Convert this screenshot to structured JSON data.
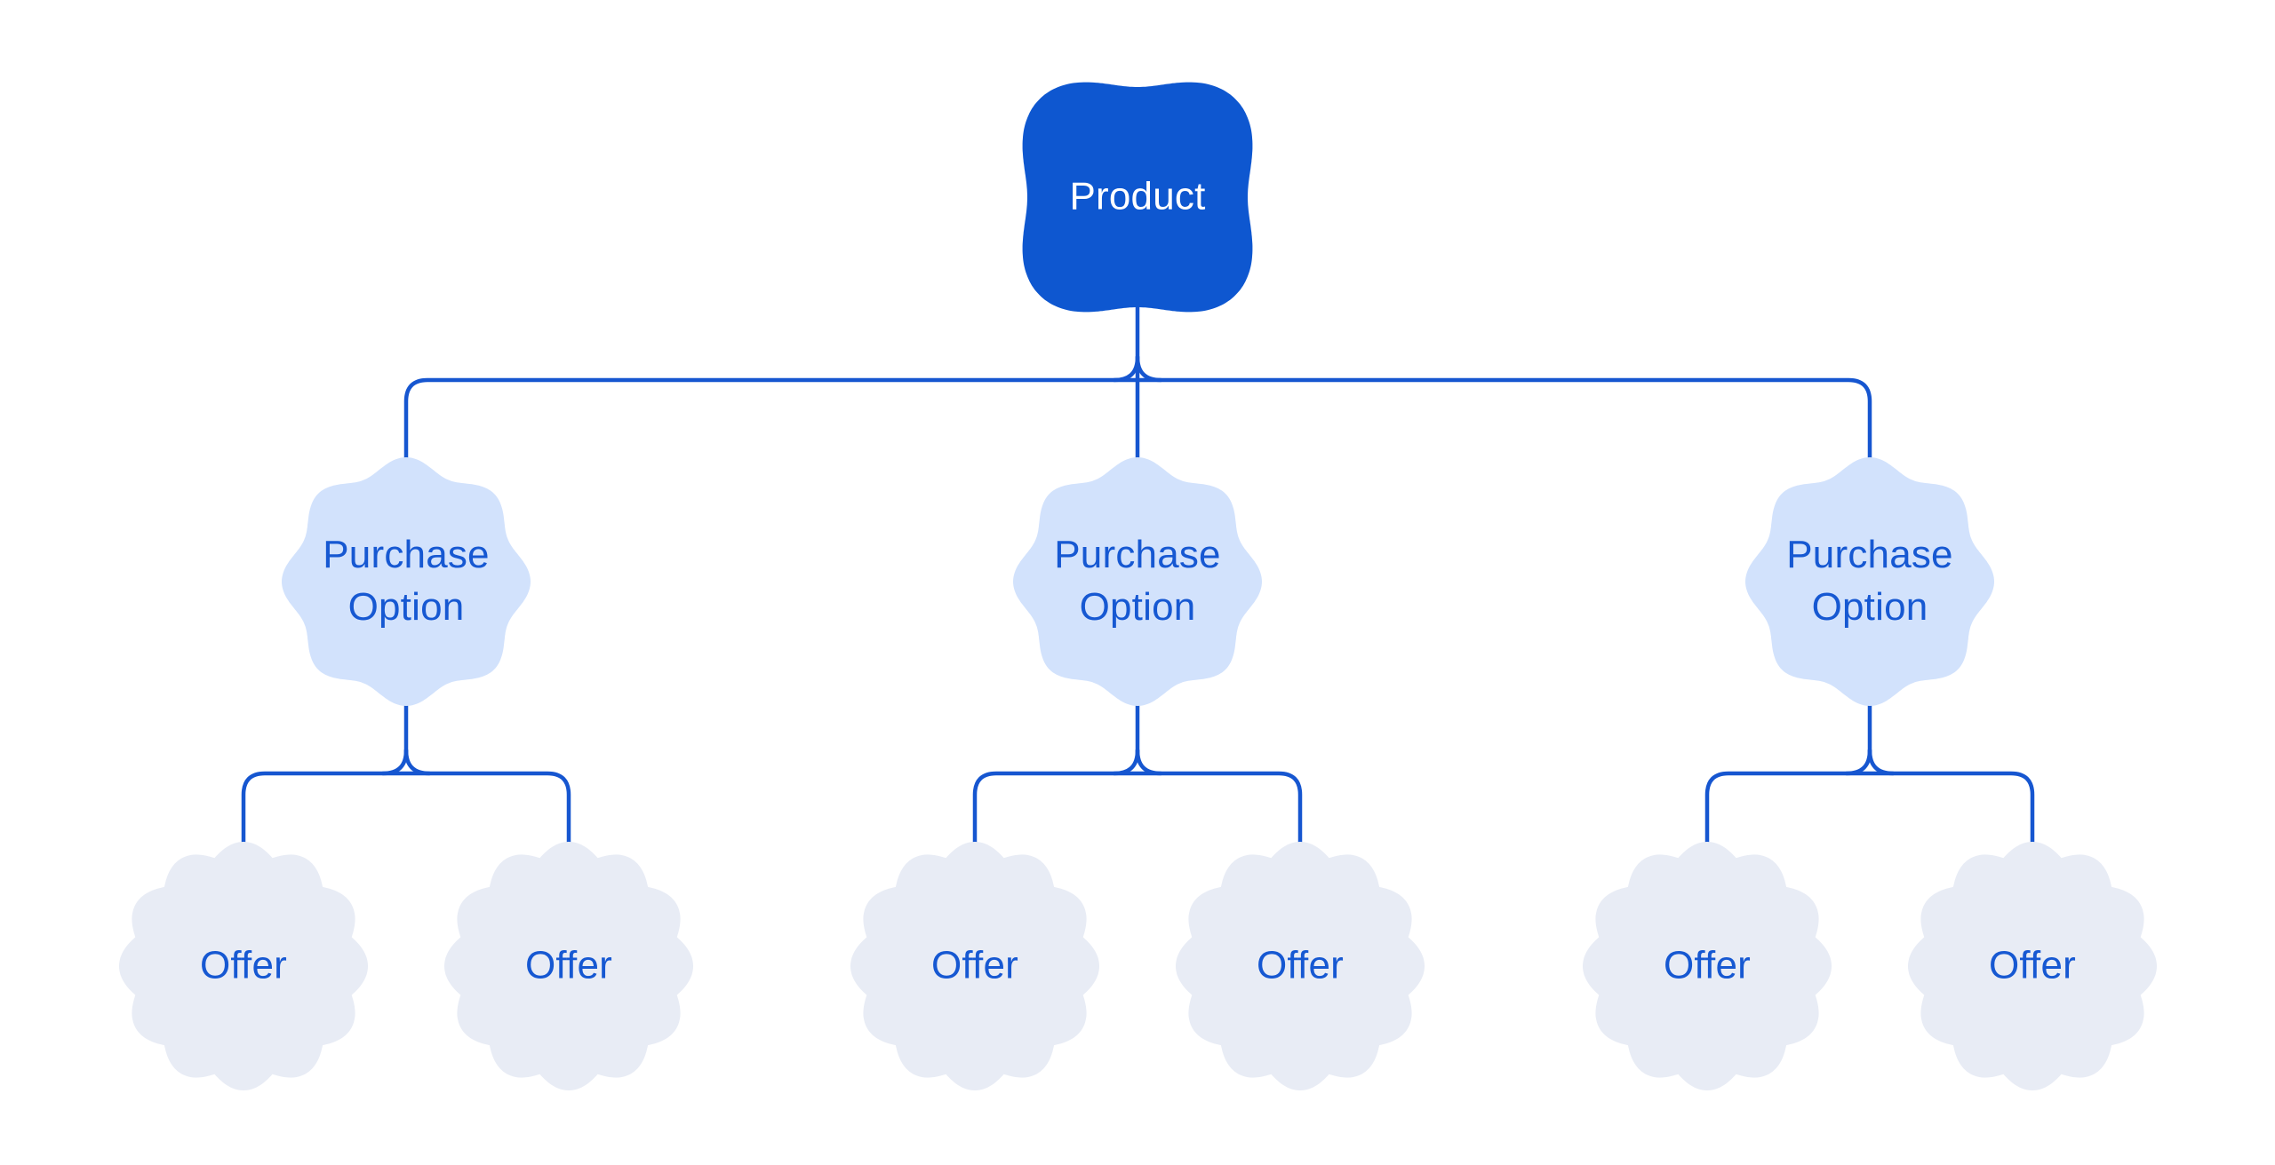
{
  "diagram": {
    "root": {
      "label": "Product"
    },
    "branches": [
      {
        "label": "Purchase Option",
        "offers": [
          {
            "label": "Offer"
          },
          {
            "label": "Offer"
          }
        ]
      },
      {
        "label": "Purchase Option",
        "offers": [
          {
            "label": "Offer"
          },
          {
            "label": "Offer"
          }
        ]
      },
      {
        "label": "Purchase Option",
        "offers": [
          {
            "label": "Offer"
          },
          {
            "label": "Offer"
          }
        ]
      }
    ],
    "colors": {
      "root_fill": "#0E57D0",
      "root_text": "#FFFFFF",
      "branch_fill": "#D2E2FC",
      "leaf_fill": "#E8ECF5",
      "accent_text": "#1658D2",
      "connector": "#1656D0",
      "background": "#FFFFFF"
    }
  }
}
